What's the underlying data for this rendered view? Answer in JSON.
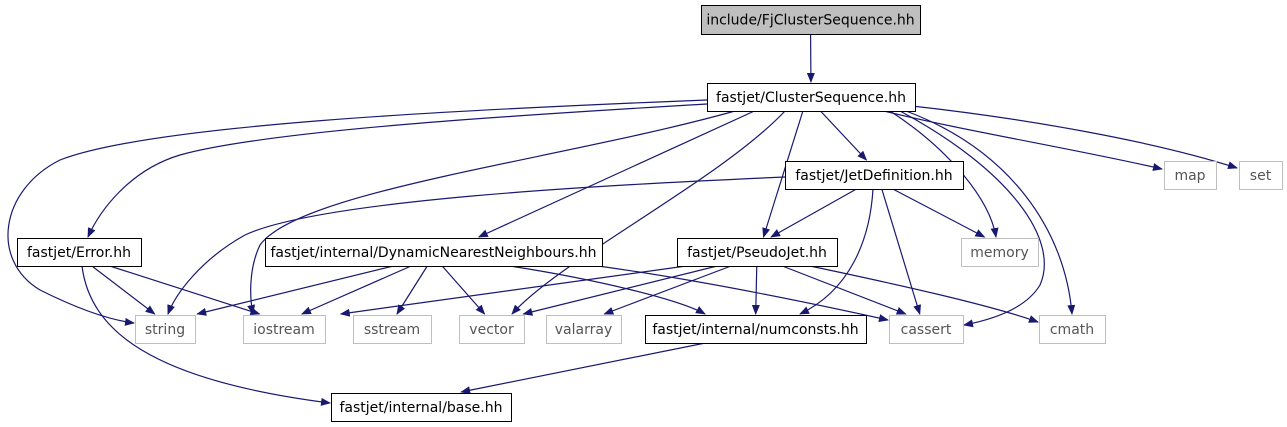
{
  "colors": {
    "edge": "#191970",
    "root_fill": "#bfbfbf",
    "root_border": "#000000",
    "node_border": "#000000",
    "external_border": "#bfbfbf",
    "external_text": "#555555"
  },
  "nodes": {
    "fj_cluster_sequence": {
      "label": "include/FjClusterSequence.hh",
      "kind": "root"
    },
    "cluster_sequence": {
      "label": "fastjet/ClusterSequence.hh",
      "kind": "internal"
    },
    "jet_definition": {
      "label": "fastjet/JetDefinition.hh",
      "kind": "internal"
    },
    "error": {
      "label": "fastjet/Error.hh",
      "kind": "internal"
    },
    "dynamic_nn": {
      "label": "fastjet/internal/DynamicNearestNeighbours.hh",
      "kind": "internal"
    },
    "pseudojet": {
      "label": "fastjet/PseudoJet.hh",
      "kind": "internal"
    },
    "numconsts": {
      "label": "fastjet/internal/numconsts.hh",
      "kind": "internal"
    },
    "base": {
      "label": "fastjet/internal/base.hh",
      "kind": "internal"
    },
    "map": {
      "label": "map",
      "kind": "external"
    },
    "set": {
      "label": "set",
      "kind": "external"
    },
    "memory": {
      "label": "memory",
      "kind": "external"
    },
    "string": {
      "label": "string",
      "kind": "external"
    },
    "iostream": {
      "label": "iostream",
      "kind": "external"
    },
    "sstream": {
      "label": "sstream",
      "kind": "external"
    },
    "vector": {
      "label": "vector",
      "kind": "external"
    },
    "valarray": {
      "label": "valarray",
      "kind": "external"
    },
    "cassert": {
      "label": "cassert",
      "kind": "external"
    },
    "cmath": {
      "label": "cmath",
      "kind": "external"
    }
  },
  "edges": [
    [
      "fj_cluster_sequence",
      "cluster_sequence"
    ],
    [
      "cluster_sequence",
      "map"
    ],
    [
      "cluster_sequence",
      "set"
    ],
    [
      "cluster_sequence",
      "jet_definition"
    ],
    [
      "cluster_sequence",
      "error"
    ],
    [
      "cluster_sequence",
      "dynamic_nn"
    ],
    [
      "cluster_sequence",
      "pseudojet"
    ],
    [
      "cluster_sequence",
      "string"
    ],
    [
      "cluster_sequence",
      "iostream"
    ],
    [
      "cluster_sequence",
      "vector"
    ],
    [
      "cluster_sequence",
      "memory"
    ],
    [
      "cluster_sequence",
      "cassert"
    ],
    [
      "cluster_sequence",
      "cmath"
    ],
    [
      "jet_definition",
      "string"
    ],
    [
      "jet_definition",
      "pseudojet"
    ],
    [
      "jet_definition",
      "memory"
    ],
    [
      "jet_definition",
      "numconsts"
    ],
    [
      "jet_definition",
      "cassert"
    ],
    [
      "error",
      "string"
    ],
    [
      "error",
      "iostream"
    ],
    [
      "error",
      "base"
    ],
    [
      "dynamic_nn",
      "string"
    ],
    [
      "dynamic_nn",
      "iostream"
    ],
    [
      "dynamic_nn",
      "sstream"
    ],
    [
      "dynamic_nn",
      "vector"
    ],
    [
      "dynamic_nn",
      "numconsts"
    ],
    [
      "dynamic_nn",
      "cassert"
    ],
    [
      "pseudojet",
      "iostream"
    ],
    [
      "pseudojet",
      "vector"
    ],
    [
      "pseudojet",
      "valarray"
    ],
    [
      "pseudojet",
      "numconsts"
    ],
    [
      "pseudojet",
      "cassert"
    ],
    [
      "pseudojet",
      "cmath"
    ],
    [
      "numconsts",
      "base"
    ]
  ]
}
